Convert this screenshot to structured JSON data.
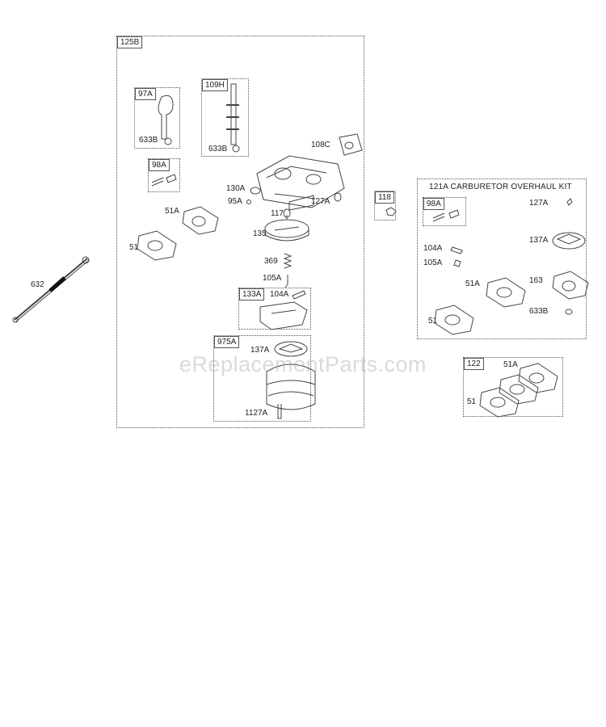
{
  "main_group": {
    "tag": "125B",
    "sub_groups": {
      "g97a": {
        "tag": "97A",
        "part": "633B"
      },
      "g109h": {
        "tag": "109H",
        "part": "633B"
      },
      "g98a": {
        "tag": "98A"
      },
      "g133a": {
        "tag": "133A",
        "part": "104A"
      },
      "g975a": {
        "tag": "975A",
        "part_top": "137A",
        "part_bottom": "1127A"
      }
    },
    "labels": {
      "p108c": "108C",
      "p130a": "130A",
      "p95a": "95A",
      "p127a": "127A",
      "p117": "117",
      "p51a": "51A",
      "p51": "51",
      "p135": "135",
      "p369": "369",
      "p105a": "105A"
    }
  },
  "loose_parts": {
    "p632": "632",
    "p118": "118"
  },
  "overhaul_kit": {
    "title": "121A CARBURETOR OVERHAUL KIT",
    "sub_tag": "98A",
    "labels": {
      "p127a": "127A",
      "p104a": "104A",
      "p105a": "105A",
      "p137a": "137A",
      "p51a": "51A",
      "p163": "163",
      "p51": "51",
      "p633b": "633B"
    }
  },
  "gasket_set": {
    "tag": "122",
    "labels": {
      "p51a": "51A",
      "p51": "51"
    }
  },
  "watermark": "eReplacementParts.com"
}
